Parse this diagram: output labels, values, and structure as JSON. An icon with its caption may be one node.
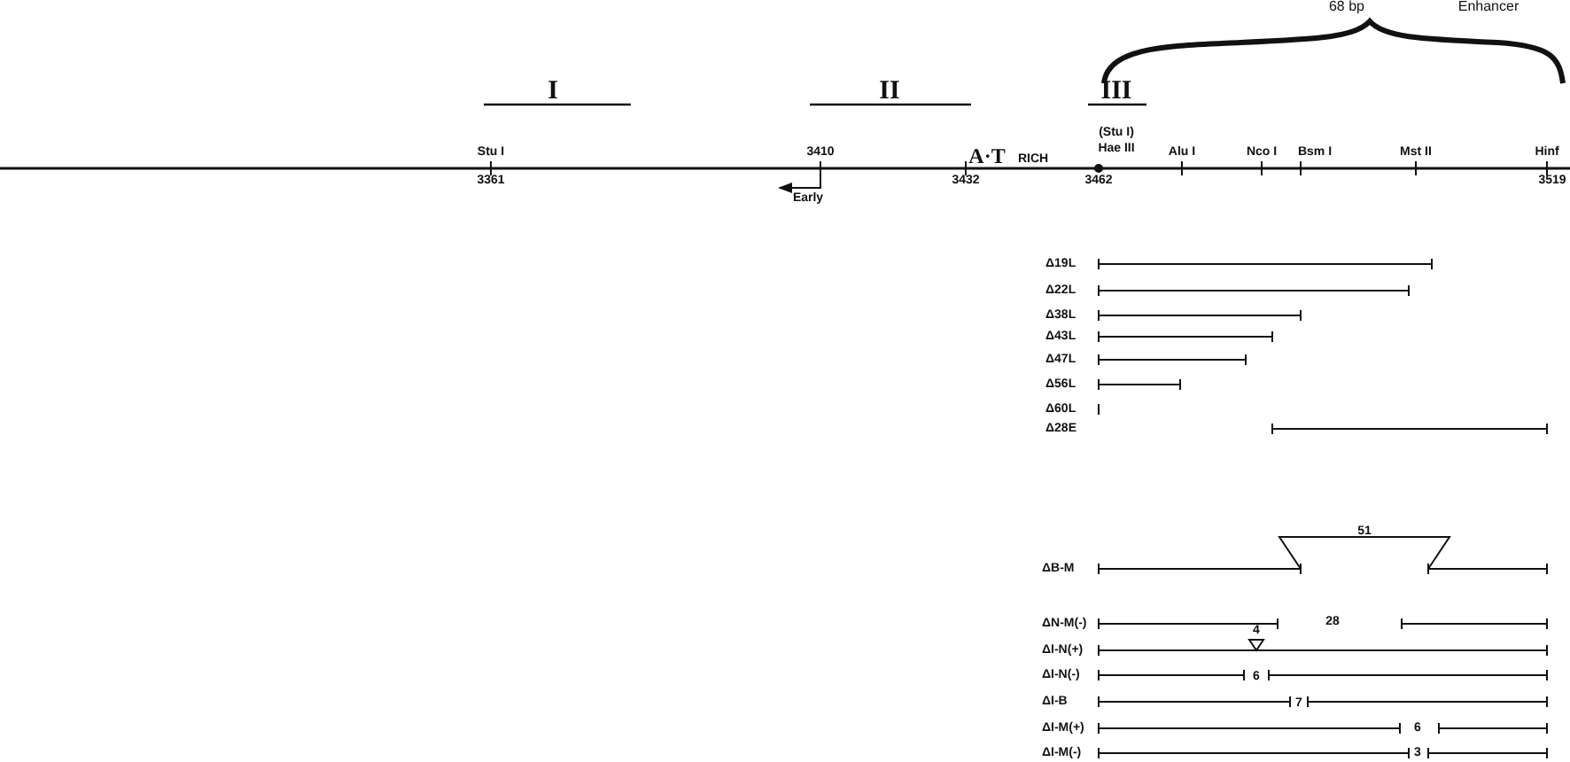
{
  "diagram": {
    "labels": [
      "68 bp",
      "Enhancer",
      "I",
      "II",
      "III",
      "(Stu I)",
      "Stu I",
      "3410",
      "Hae III",
      "Alu I",
      "Nco I",
      "Bsm I",
      "Mst II",
      "Hinf",
      "A·T",
      "RICH",
      "3361",
      "3432",
      "3462",
      "3519",
      "Early",
      "Δ19L",
      "Δ22L",
      "Δ38L",
      "Δ43L",
      "Δ47L",
      "Δ56L",
      "Δ60L",
      "Δ28E",
      "51",
      "ΔB-M",
      "ΔN-M(-)",
      "28",
      "4",
      "ΔI-N(+)",
      "ΔI-N(-)",
      "6",
      "ΔI-B",
      "7",
      "ΔI-M(+)",
      "6",
      "ΔI-M(-)",
      "3"
    ]
  }
}
